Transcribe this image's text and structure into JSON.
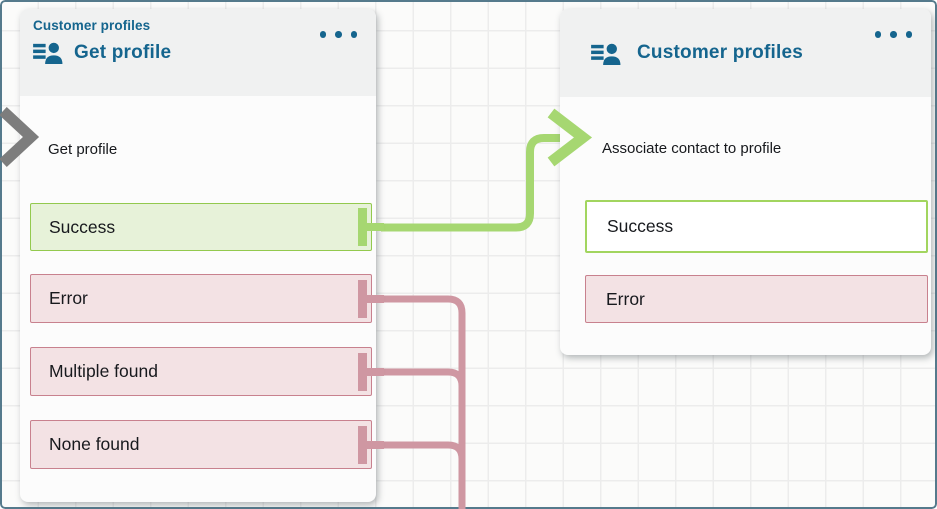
{
  "colors": {
    "accent-blue": "#15658e",
    "frame-border": "#557a8c",
    "success-fill": "#e7f2d9",
    "success-border": "#93c94e",
    "success-border-light": "#a2d55f",
    "connector-green": "#a6d771",
    "error-fill": "#f3e2e4",
    "error-border": "#c8818e",
    "connector-pink": "#cf97a2",
    "input-gray": "#7d7d7d"
  },
  "left_block": {
    "type_label": "Customer profiles",
    "title": "Get profile",
    "menu_icon": "ellipsis-menu-icon",
    "header_icon": "customer-profiles-icon",
    "input_icon": "input-connector-arrow-gray",
    "step_label": "Get profile",
    "outputs": [
      {
        "label": "Success",
        "state": "success",
        "connected": true
      },
      {
        "label": "Error",
        "state": "error",
        "connected": true
      },
      {
        "label": "Multiple found",
        "state": "error",
        "connected": true
      },
      {
        "label": "None found",
        "state": "error",
        "connected": true
      }
    ]
  },
  "right_block": {
    "title": "Customer profiles",
    "menu_icon": "ellipsis-menu-icon",
    "header_icon": "customer-profiles-icon",
    "input_icon": "input-connector-arrow-green",
    "step_label": "Associate contact to profile",
    "outputs": [
      {
        "label": "Success",
        "state": "success-unfilled",
        "connected": false
      },
      {
        "label": "Error",
        "state": "error",
        "connected": false
      }
    ]
  }
}
